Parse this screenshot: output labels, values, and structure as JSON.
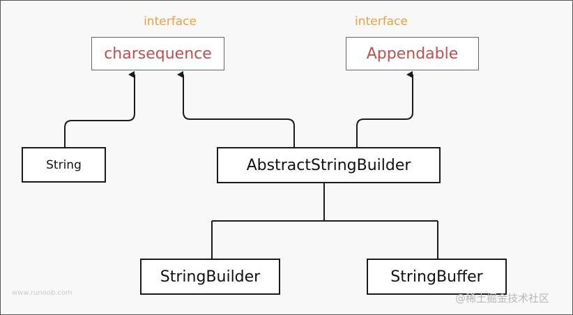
{
  "diagram": {
    "stereotype_charsequence": "interface",
    "stereotype_appendable": "interface",
    "charsequence": "charsequence",
    "appendable": "Appendable",
    "string": "String",
    "abstract_string_builder": "AbstractStringBuilder",
    "string_builder": "StringBuilder",
    "string_buffer": "StringBuffer"
  },
  "watermarks": {
    "left": "www.runoob.com",
    "right": "@稀土掘金技术社区"
  },
  "colors": {
    "interface_label": "#f0a040",
    "interface_name": "#c0504d",
    "lines": "#1a1a1a"
  }
}
